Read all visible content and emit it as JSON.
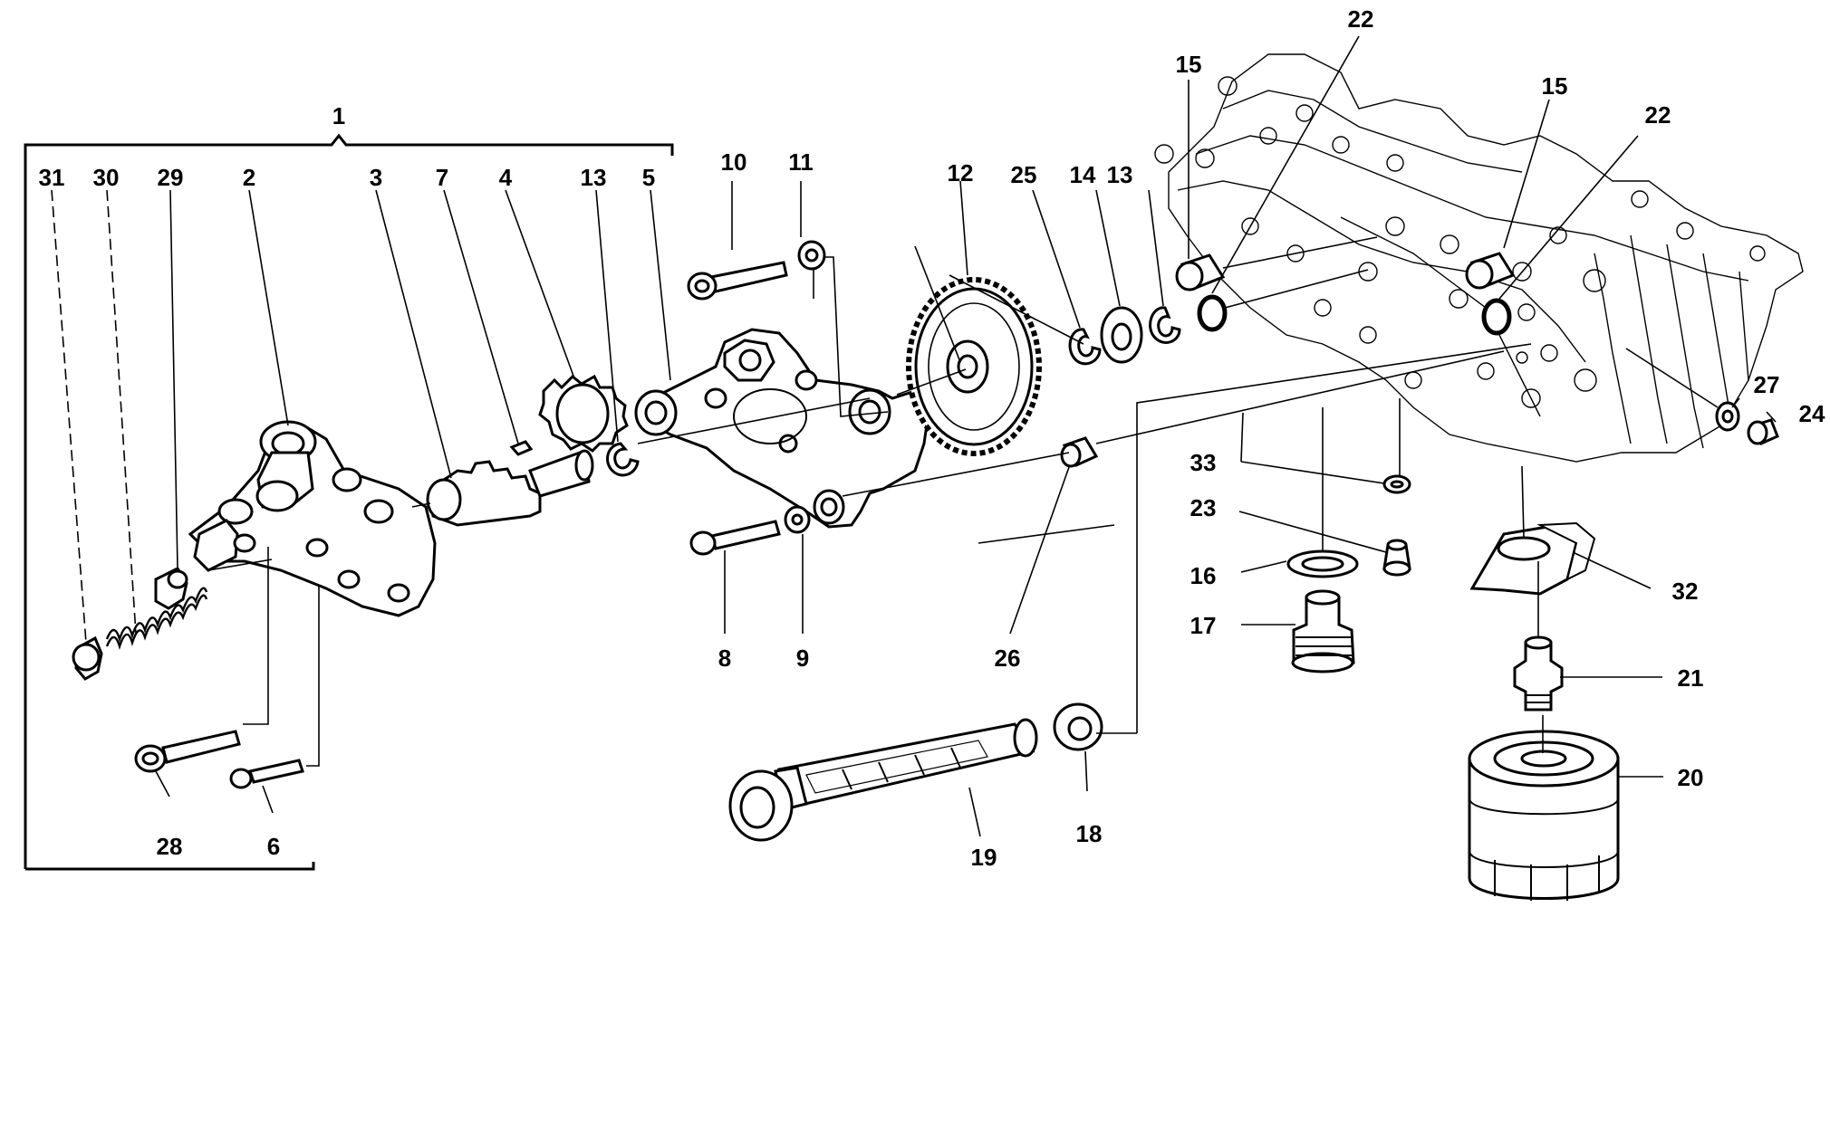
{
  "diagram": {
    "group_label": "1",
    "labels": {
      "31": "31",
      "30": "30",
      "29": "29",
      "2": "2",
      "3": "3",
      "7": "7",
      "4": "4",
      "13a": "13",
      "5": "5",
      "10": "10",
      "11": "11",
      "12": "12",
      "25": "25",
      "14": "14",
      "13b": "13",
      "15a": "15",
      "22a": "22",
      "15b": "15",
      "22b": "22",
      "27": "27",
      "24": "24",
      "33": "33",
      "23": "23",
      "16": "16",
      "17": "17",
      "32": "32",
      "21": "21",
      "20": "20",
      "8": "8",
      "9": "9",
      "26": "26",
      "28": "28",
      "6": "6",
      "19": "19",
      "18": "18"
    }
  }
}
